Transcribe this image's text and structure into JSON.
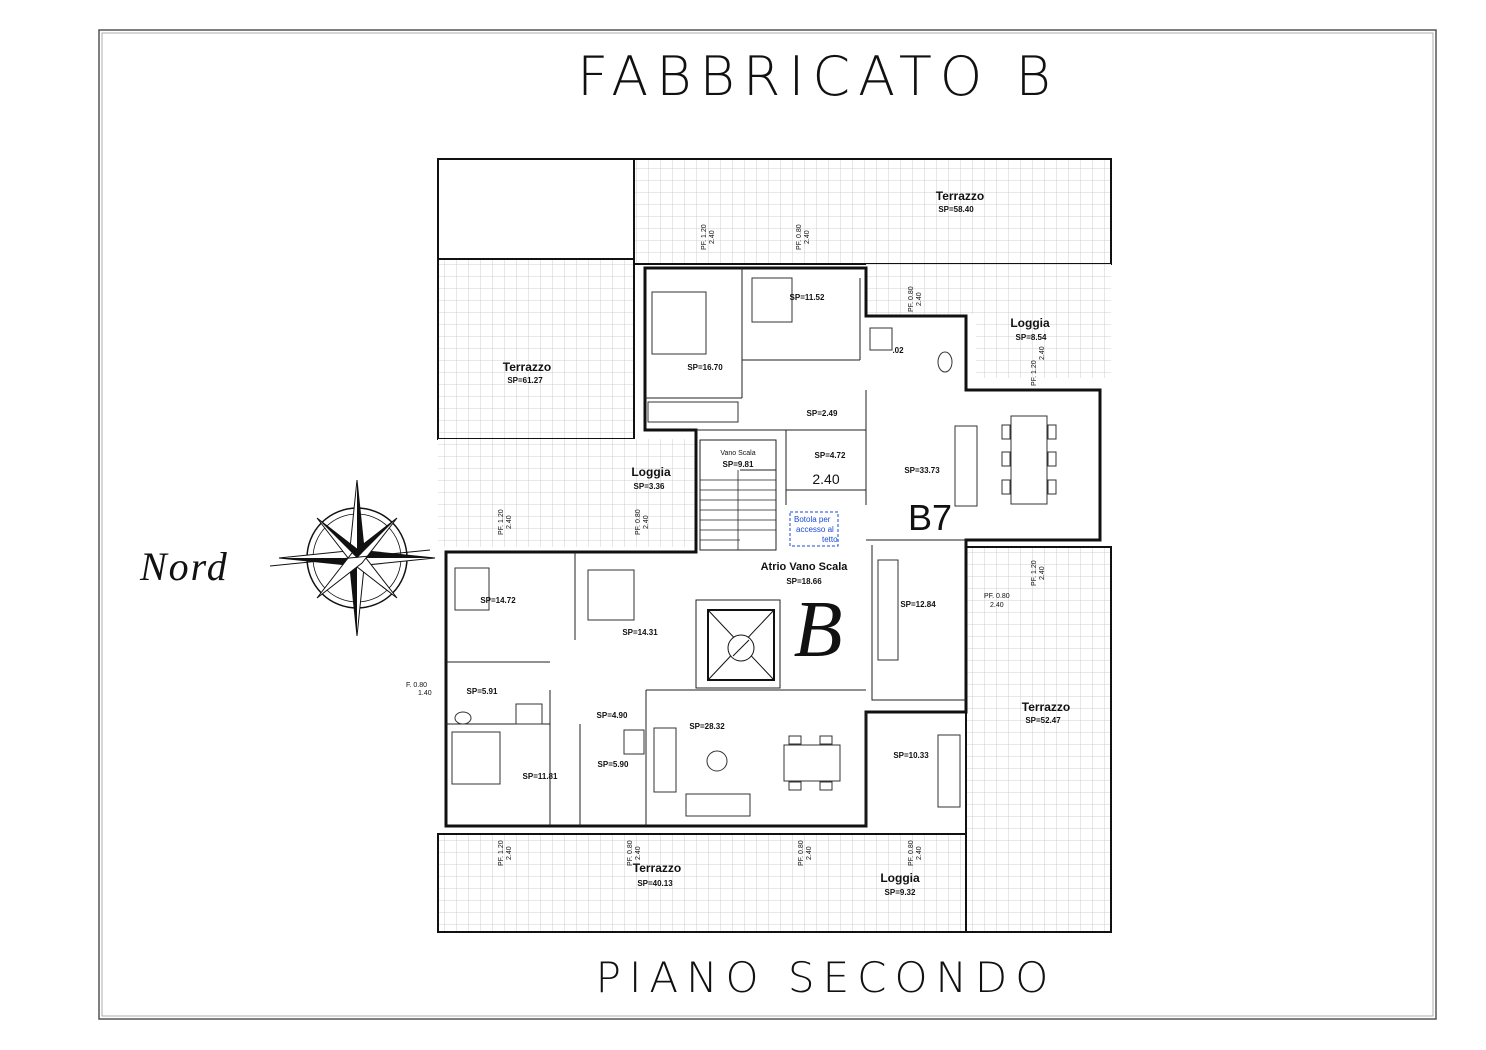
{
  "title": "FABBRICATO B",
  "subtitle": "PIANO SECONDO",
  "north_label": "Nord",
  "unit_code": "B7",
  "building_letter": "B",
  "stair_dim": "2.40",
  "hatch_note": [
    "Botola per",
    "accesso al",
    "tetto"
  ],
  "terraces": [
    {
      "name": "Terrazzo",
      "area": "SP=58.40"
    },
    {
      "name": "Terrazzo",
      "area": "SP=61.27"
    },
    {
      "name": "Terrazzo",
      "area": "SP=52.47"
    },
    {
      "name": "Terrazzo",
      "area": "SP=40.13"
    }
  ],
  "loggias": [
    {
      "name": "Loggia",
      "area": "SP=8.54"
    },
    {
      "name": "Loggia",
      "area": "SP=3.36"
    },
    {
      "name": "Loggia",
      "area": "SP=9.32"
    }
  ],
  "stairs": [
    {
      "name": "Vano Scala",
      "area": "SP=9.81"
    },
    {
      "name": "Atrio Vano Scala",
      "area": "SP=18.66"
    }
  ],
  "rooms": [
    "SP=11.52",
    "SP=16.70",
    "SP=2.49",
    "SP=4.72",
    "SP=33.73",
    ".02",
    "SP=14.72",
    "SP=14.31",
    "SP=12.84",
    "SP=5.91",
    "SP=4.90",
    "SP=28.32",
    "SP=10.33",
    "SP=5.90",
    "SP=11.81"
  ],
  "window_tags": [
    {
      "pf": "PF. 1.20",
      "h": "2.40"
    },
    {
      "pf": "PF. 0.80",
      "h": "2.40"
    },
    {
      "pf": "F. 0.80",
      "h": "1.40"
    }
  ]
}
